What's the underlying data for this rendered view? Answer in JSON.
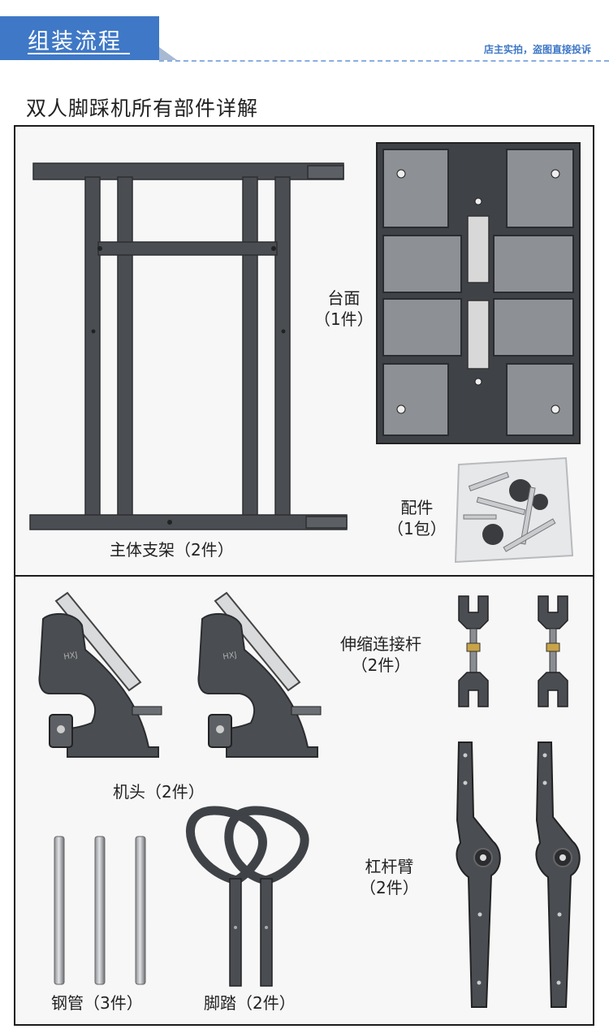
{
  "header": {
    "title": "组装流程",
    "note": "店主实拍，盗图直接投诉"
  },
  "section": {
    "title": "双人脚踩机所有部件详解"
  },
  "parts": {
    "frame": {
      "label": "主体支架（2件）"
    },
    "tabletop": {
      "name": "台面",
      "qty": "（1件）"
    },
    "accessories": {
      "name": "配件",
      "qty": "（1包）"
    },
    "machine_head": {
      "label": "机头（2件）"
    },
    "rod": {
      "name": "伸缩连接杆",
      "qty": "（2件）"
    },
    "steel_tube": {
      "label": "钢管（3件）"
    },
    "pedal": {
      "label": "脚踏（2件）"
    },
    "lever": {
      "name": "杠杆臂",
      "qty": "（2件）"
    }
  },
  "colors": {
    "header_blue": "#3f78c6",
    "metal_dark": "#4a4d52",
    "metal_mid": "#6b6e73",
    "panel_bg": "#f7f7f7"
  }
}
